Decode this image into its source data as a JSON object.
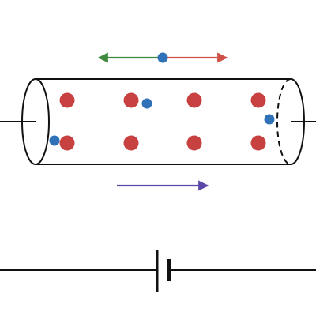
{
  "diagram": {
    "colors": {
      "wire": "#111111",
      "positive_ion": "#c84141",
      "electron": "#2f72b8",
      "arrow_left": "#3f8a3c",
      "arrow_right": "#cf5147",
      "current_arrow": "#5b47a8"
    },
    "conductor": {
      "positive_ions": {
        "rows": 2,
        "columns": 4
      },
      "free_electrons": 4
    },
    "arrows": {
      "top_pair": [
        "left",
        "right"
      ],
      "bottom": "right"
    },
    "battery": {
      "cells": 1
    }
  }
}
